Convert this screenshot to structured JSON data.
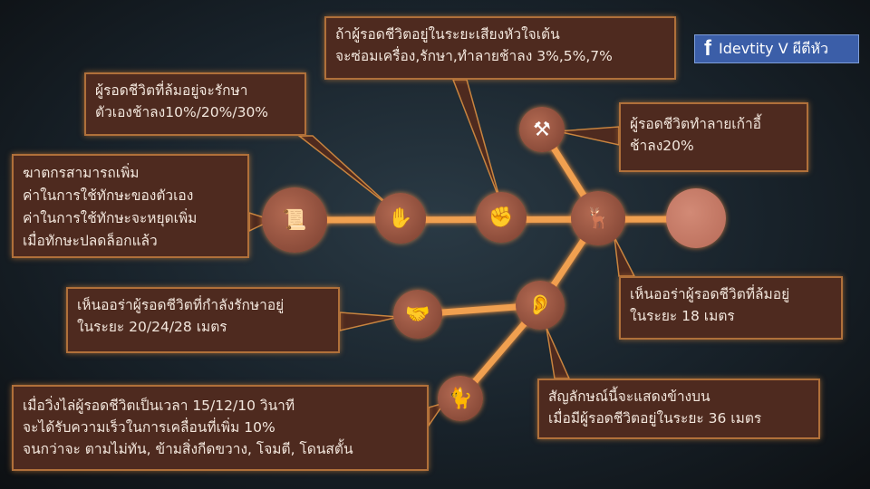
{
  "badge": {
    "icon": "facebook-icon",
    "label": "Idevtity V ผีตีหัว"
  },
  "boxes": {
    "heartbeat": [
      "ถ้าผู้รอดชีวิตอยู่ในระยะเสียงหัวใจเต้น",
      "จะซ่อมเครื่อง,รักษา,ทำลายช้าลง 3%,5%,7%"
    ],
    "fallen_heal": [
      "ผู้รอดชีวิตที่ล้มอยู่จะรักษา",
      "ตัวเองช้าลง10%/20%/30%"
    ],
    "skill": [
      "ฆาตกรสามารถเพิ่ม",
      "ค่าในการใช้ทักษะของตัวเอง",
      "ค่าในการใช้ทักษะจะหยุดเพิ่ม",
      "เมื่อทักษะปลดล็อกแล้ว"
    ],
    "pallet": [
      "ผู้รอดชีวิตทำลายเก้าอี้",
      "ช้าลง20%"
    ],
    "fallen_aura": [
      "เห็นออร่าผู้รอดชีวิตที่ล้มอยู่",
      "ในระยะ 18 เมตร"
    ],
    "heal_aura": [
      "เห็นออร่าผู้รอดชีวิตที่กำลังรักษาอยู่",
      "ในระยะ 20/24/28 เมตร"
    ],
    "chase": [
      "เมื่อวิ่งไล่ผู้รอดชีวิตเป็นเวลา 15/12/10 วินาที",
      "จะได้รับความเร็วในการเคลื่อนที่เพิ่ม 10%",
      "จนกว่าจะ ตามไม่ทัน, ข้ามสิ่งกีดขวาง, โจมตี, โดนสตั้น"
    ],
    "ear": [
      "สัญลักษณ์นี้จะแสดงข้างบน",
      "เมื่อมีผู้รอดชีวิตอยู่ในระยะ 36 เมตร"
    ]
  },
  "colors": {
    "box_bg": "#4e2a1f",
    "box_border": "#b0703a",
    "link": "#f0a050",
    "badge": "#3b5ea8"
  }
}
